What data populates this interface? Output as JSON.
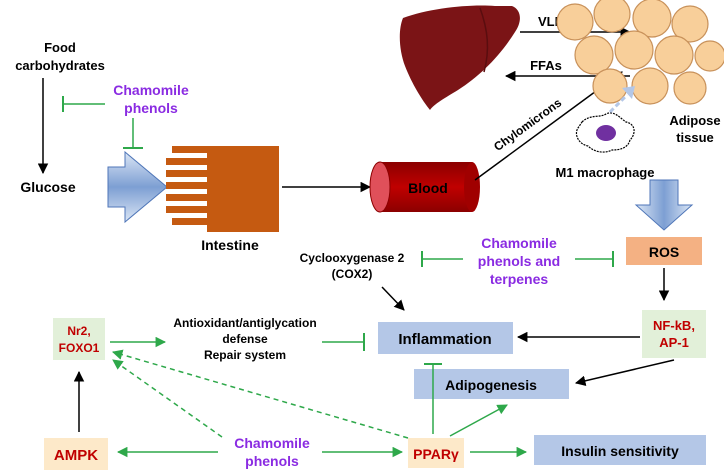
{
  "food": {
    "line1": "Food",
    "line2": "carbohydrates"
  },
  "glucose": "Glucose",
  "chamomile_phenols_top": {
    "line1": "Chamomile",
    "line2": "phenols"
  },
  "intestine": "Intestine",
  "blood": "Blood",
  "vldl": "VLDL",
  "ffas": "FFAs",
  "chylomicrons": "Chylomicrons",
  "adipose": {
    "line1": "Adipose",
    "line2": "tissue"
  },
  "m1_macrophage": "M1 macrophage",
  "ros": "ROS",
  "cox2": {
    "line1": "Cyclooxygenase 2",
    "line2": "(COX2)"
  },
  "chamomile_phenols_terpenes": {
    "line1": "Chamomile",
    "line2": "phenols and",
    "line3": "terpenes"
  },
  "nfkb": {
    "line1": "NF-kB,",
    "line2": "AP-1"
  },
  "inflammation": "Inflammation",
  "antioxidant": {
    "line1": "Antioxidant/antiglycation",
    "line2": "defense",
    "line3": "Repair system"
  },
  "nr2": {
    "line1": "Nr2,",
    "line2": "FOXO1"
  },
  "adipogenesis": "Adipogenesis",
  "ampk": "AMPK",
  "chamomile_phenols_bottom": {
    "line1": "Chamomile",
    "line2": "phenols"
  },
  "ppar": "PPARγ",
  "insulin": "Insulin sensitivity",
  "colors": {
    "purple": "#8a2be2",
    "green": "#2ea84a",
    "darkred": "#c00000",
    "liver": "#7b1416",
    "fat": "#f8cf9a",
    "fat_stroke": "#c8915a",
    "intestine": "#c55a11",
    "ros_box": "#f4b183",
    "blue_box": "#b4c7e7",
    "green_box": "#e2f0d9",
    "orange_box": "#fde9c9"
  }
}
